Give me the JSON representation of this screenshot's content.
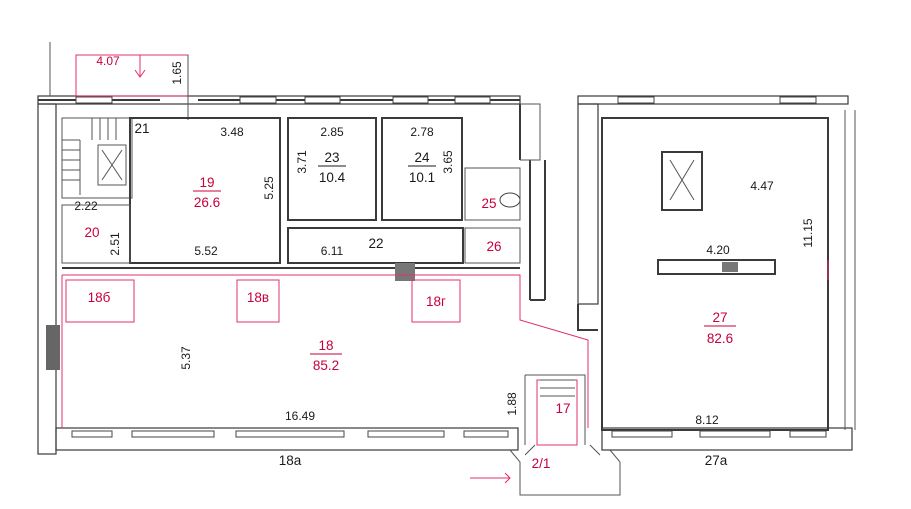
{
  "accent_color": "#c8003c",
  "wall_color": "#3a3a3a",
  "rooms": [
    {
      "number": "19",
      "area": "26.6"
    },
    {
      "number": "23",
      "area": "10.4"
    },
    {
      "number": "24",
      "area": "10.1"
    },
    {
      "number": "18",
      "area": "85.2"
    },
    {
      "number": "27",
      "area": "82.6"
    },
    {
      "number": "20"
    },
    {
      "number": "25"
    },
    {
      "number": "26"
    },
    {
      "number": "18б"
    },
    {
      "number": "18в"
    },
    {
      "number": "18г"
    },
    {
      "number": "17"
    },
    {
      "number": "2/1"
    },
    {
      "number": "21"
    },
    {
      "number": "22"
    },
    {
      "number": "18а"
    },
    {
      "number": "27а"
    }
  ],
  "dimensions": {
    "entrance_width": "4.07",
    "entrance_depth": "1.65",
    "r19_width": "3.48",
    "r19_depth": "5.25",
    "r23_width": "2.85",
    "r23_depth": "3.71",
    "r24_width": "2.78",
    "r24_depth": "3.65",
    "r20_width": "2.22",
    "r20_depth": "2.51",
    "r19_bottom": "5.52",
    "corridor_length": "6.11",
    "r18_depth": "5.37",
    "r18_length": "16.49",
    "r17_depth": "1.88",
    "r27_width": "4.47",
    "r27_beam": "4.20",
    "r27_depth": "11.15",
    "r27_bottom": "8.12"
  }
}
